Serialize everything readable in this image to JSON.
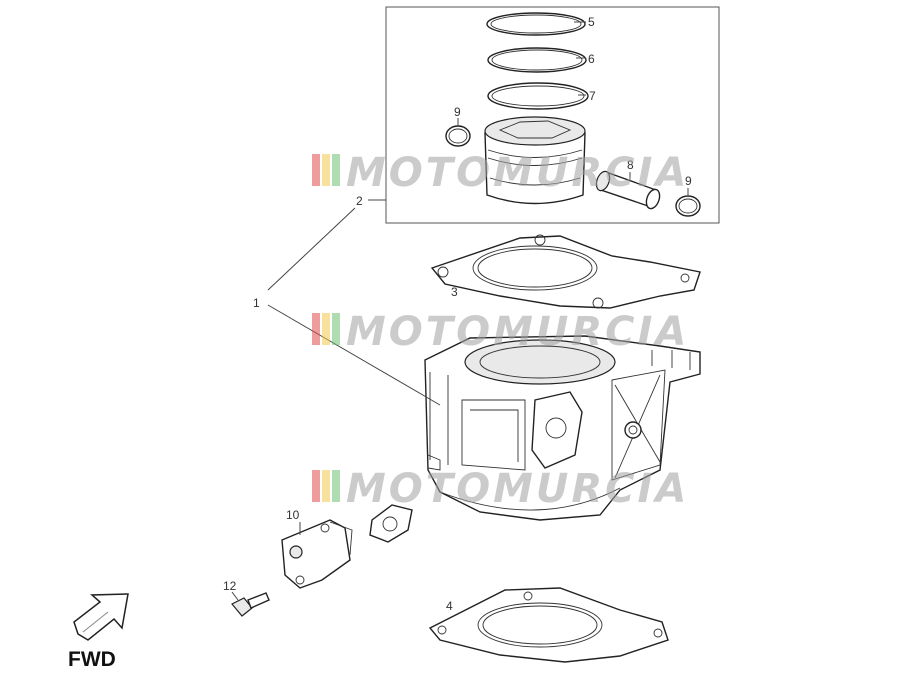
{
  "watermark": "MOTOMURCIA",
  "callouts": {
    "c1": "1",
    "c2": "2",
    "c3": "3",
    "c4": "4",
    "c5": "5",
    "c6": "6",
    "c7": "7",
    "c8": "8",
    "c9a": "9",
    "c9b": "9",
    "c10": "10",
    "c12": "12"
  },
  "direction_label": "FWD",
  "watermark_stripe_colors": [
    "#e24a4a",
    "#f2c94c",
    "#6fbf73"
  ]
}
